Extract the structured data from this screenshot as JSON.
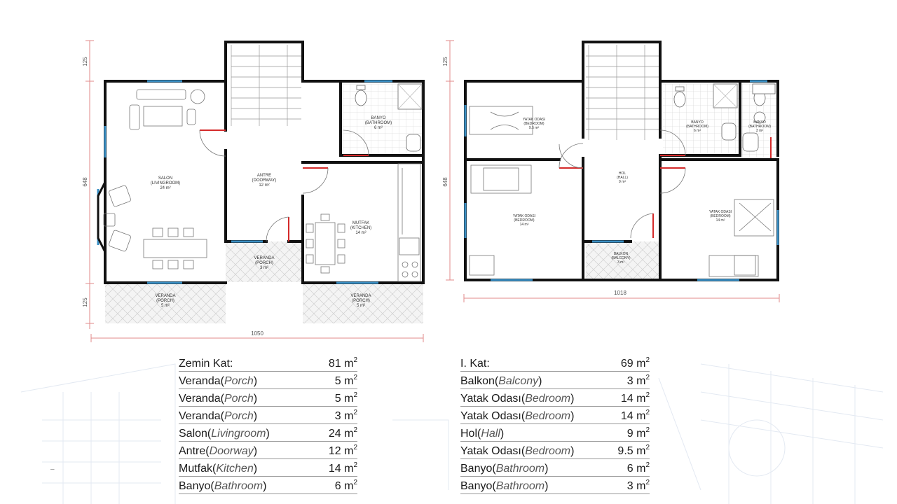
{
  "ground_floor": {
    "dims": {
      "width": "1050",
      "depth": "648",
      "porch_top": "125",
      "porch_bottom": "125"
    },
    "rooms": {
      "salon": [
        "SALON",
        "(LIVINGROOM)",
        "24 m²"
      ],
      "antre": [
        "ANTRE",
        "(DOORWAY)",
        "12 m²"
      ],
      "banyo": [
        "BANYO",
        "(BATHROOM)",
        "6 m²"
      ],
      "mutfak": [
        "MUTFAK",
        "(KITCHEN)",
        "14 m²"
      ],
      "veranda_small": [
        "VERANDA",
        "(PORCH)",
        "3 m²"
      ],
      "veranda_left": [
        "VERANDA",
        "(PORCH)",
        "5 m²"
      ],
      "veranda_right": [
        "VERANDA",
        "(PORCH)",
        "5 m²"
      ]
    }
  },
  "first_floor": {
    "dims": {
      "width": "1018",
      "depth": "648",
      "top": "125"
    },
    "rooms": {
      "yatak_small": [
        "YATAK ODASI",
        "(BEDROOM)",
        "9.5 m²"
      ],
      "yatak_left": [
        "YATAK ODASI",
        "(BEDROOM)",
        "14 m²"
      ],
      "yatak_right": [
        "YATAK ODASI",
        "(BEDROOM)",
        "14 m²"
      ],
      "hol": [
        "HOL",
        "(HALL)",
        "9 m²"
      ],
      "banyo_big": [
        "BANYO",
        "(BATHROOM)",
        "6 m²"
      ],
      "banyo_small": [
        "BANYO",
        "(BATHROOM)",
        "3 m²"
      ],
      "balkon": [
        "BALKON",
        "(BALCONY)",
        "3 m²"
      ]
    }
  },
  "ground_table": [
    {
      "name": "Zemin Kat:",
      "sub": "",
      "value": "81 m",
      "sup": "2"
    },
    {
      "name": "Veranda(",
      "sub": "Porch",
      "close": ")",
      "value": "5 m",
      "sup": "2"
    },
    {
      "name": "Veranda(",
      "sub": "Porch",
      "close": ")",
      "value": "5 m",
      "sup": "2"
    },
    {
      "name": "Veranda(",
      "sub": "Porch",
      "close": ")",
      "value": "3 m",
      "sup": "2"
    },
    {
      "name": "Salon(",
      "sub": "Livingroom",
      "close": ")",
      "value": "24 m",
      "sup": "2"
    },
    {
      "name": "Antre(",
      "sub": "Doorway",
      "close": ")",
      "value": "12 m",
      "sup": "2"
    },
    {
      "name": "Mutfak(",
      "sub": "Kitchen",
      "close": ")",
      "value": "14 m",
      "sup": "2"
    },
    {
      "name": "Banyo(",
      "sub": "Bathroom",
      "close": ")",
      "value": "6 m",
      "sup": "2"
    }
  ],
  "first_table": [
    {
      "name": "I. Kat:",
      "sub": "",
      "value": "69 m",
      "sup": "2"
    },
    {
      "name": "Balkon(",
      "sub": "Balcony",
      "close": ")",
      "value": "3 m",
      "sup": "2"
    },
    {
      "name": "Yatak Odası(",
      "sub": "Bedroom",
      "close": ")",
      "value": "14 m",
      "sup": "2"
    },
    {
      "name": "Yatak Odası(",
      "sub": "Bedroom",
      "close": ")",
      "value": "14 m",
      "sup": "2"
    },
    {
      "name": "Hol(",
      "sub": "Hall",
      "close": ")",
      "value": "9 m",
      "sup": "2"
    },
    {
      "name": "Yatak Odası(",
      "sub": "Bedroom",
      "close": ")",
      "value": "9.5 m",
      "sup": "2"
    },
    {
      "name": "Banyo(",
      "sub": "Bathroom",
      "close": ")",
      "value": "6 m",
      "sup": "2"
    },
    {
      "name": "Banyo(",
      "sub": "Bathroom",
      "close": ")",
      "value": "3 m",
      "sup": "2"
    }
  ],
  "colors": {
    "wall": "#111111",
    "window": "#3a8fc4",
    "door": "#d42a2a",
    "dimension": "#e08a8a",
    "tile": "#c8c8c8"
  }
}
